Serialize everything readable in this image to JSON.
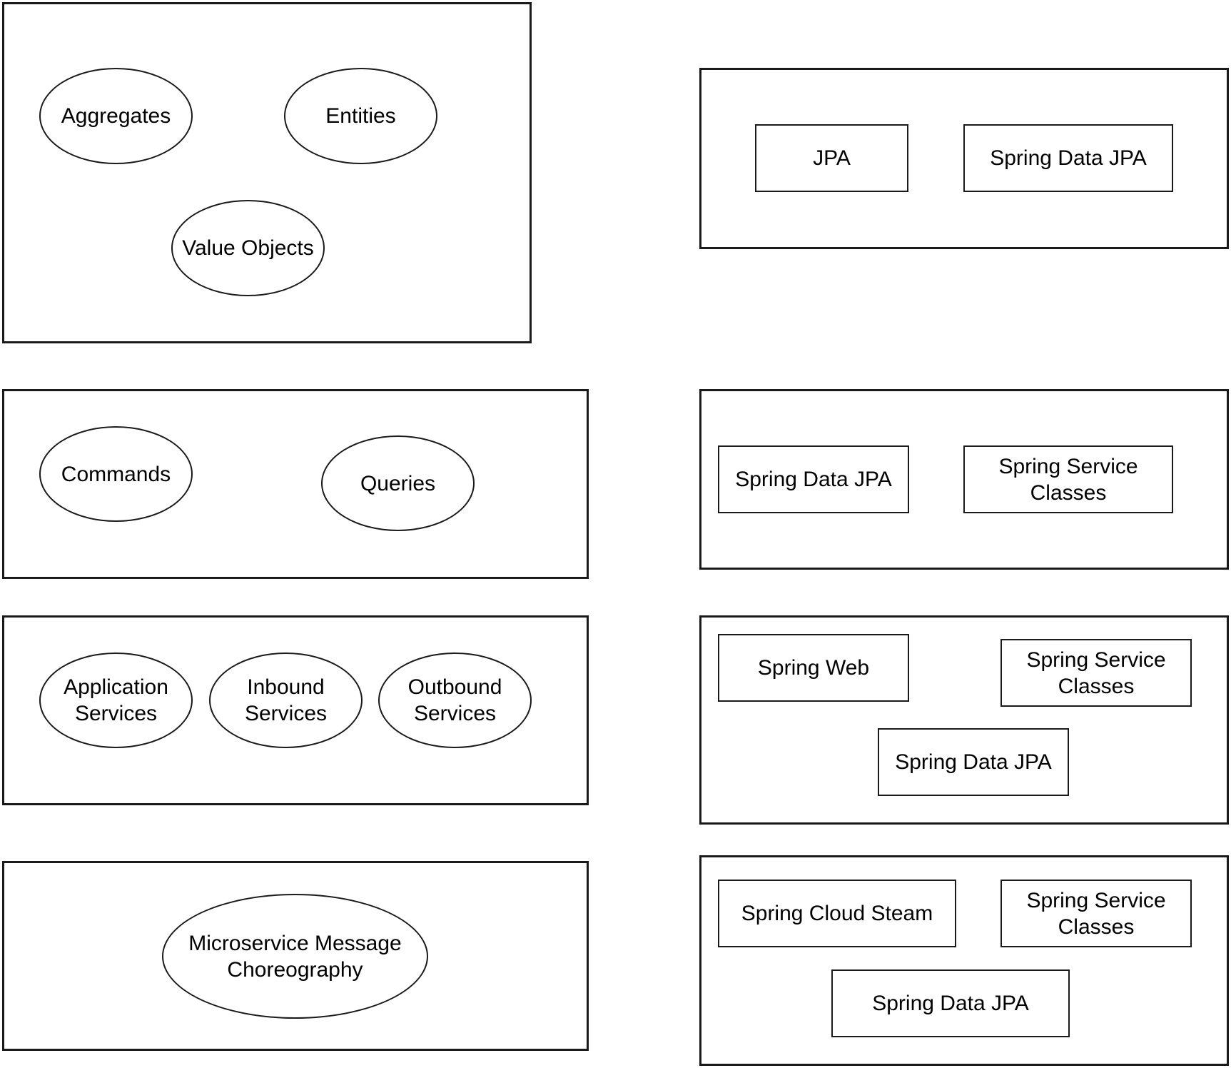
{
  "left_layers": {
    "domain": {
      "aggregates": "Aggregates",
      "entities": "Entities",
      "value_objects": "Value Objects"
    },
    "cqrs": {
      "commands": "Commands",
      "queries": "Queries"
    },
    "services": {
      "application": "Application\nServices",
      "inbound": "Inbound\nServices",
      "outbound": "Outbound\nServices"
    },
    "messaging": {
      "choreography": "Microservice Message\nChoreography"
    }
  },
  "right_layers": {
    "domain_tech": {
      "jpa": "JPA",
      "spring_data_jpa": "Spring Data JPA"
    },
    "cqrs_tech": {
      "spring_data_jpa": "Spring Data JPA",
      "spring_service_classes": "Spring Service\nClasses"
    },
    "services_tech": {
      "spring_web": "Spring Web",
      "spring_service_classes": "Spring Service\nClasses",
      "spring_data_jpa": "Spring Data JPA"
    },
    "messaging_tech": {
      "spring_cloud_steam": "Spring Cloud Steam",
      "spring_service_classes": "Spring Service\nClasses",
      "spring_data_jpa": "Spring Data JPA"
    }
  }
}
